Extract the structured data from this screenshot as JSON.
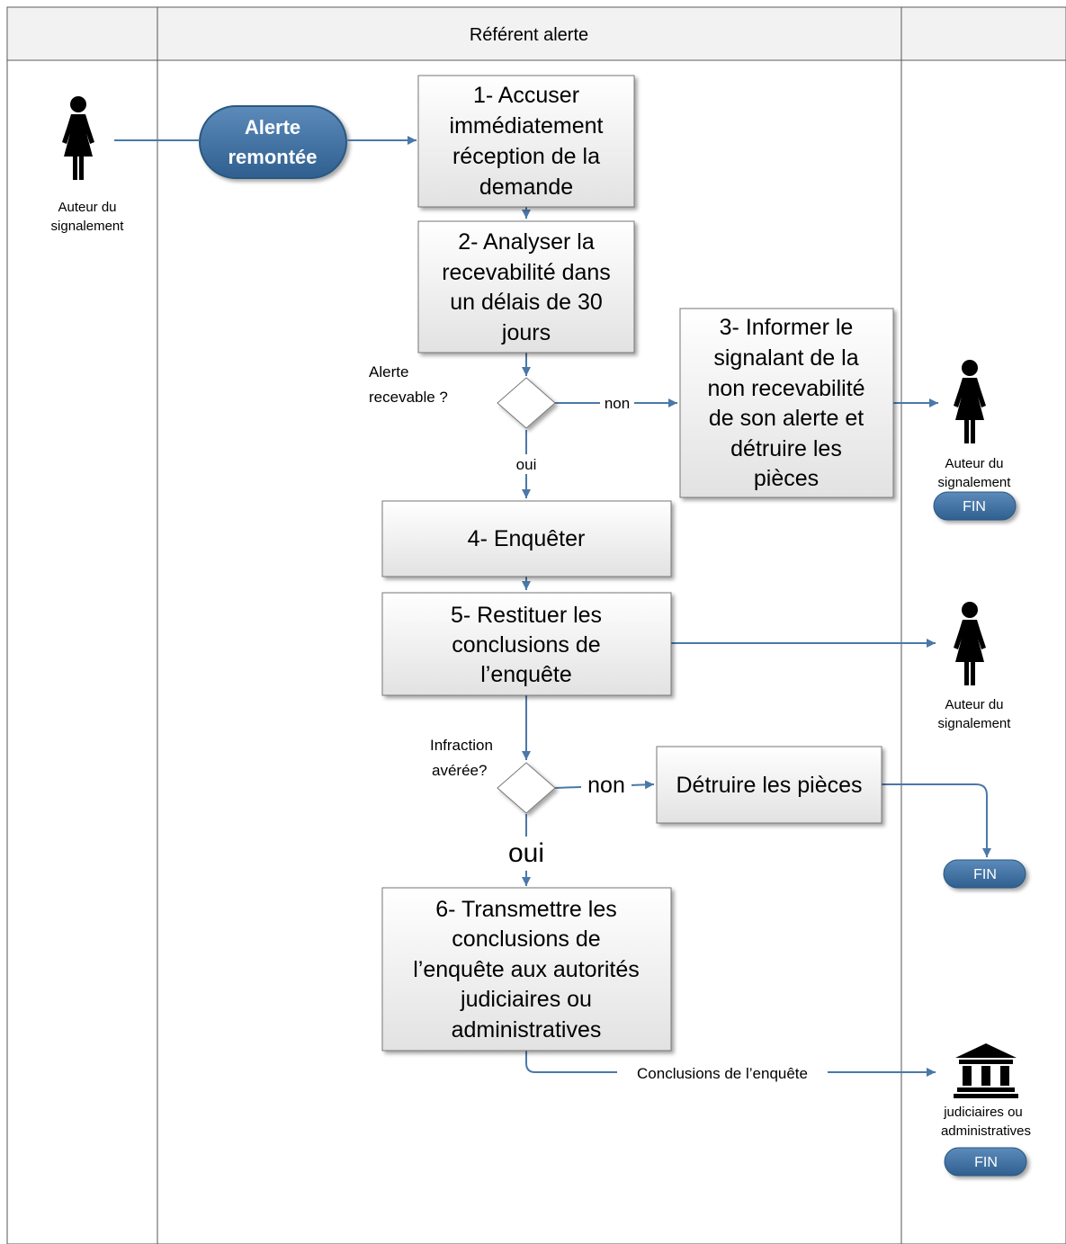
{
  "header": {
    "lane_title": "Référent alerte"
  },
  "start": {
    "label_lines": [
      "Alerte",
      "remontée"
    ]
  },
  "actors": {
    "author_top": [
      "Auteur du",
      "signalement"
    ],
    "author_step3": [
      "Auteur du",
      "signalement"
    ],
    "author_step5": [
      "Auteur du",
      "signalement"
    ],
    "authorities": [
      "judiciaires ou",
      "administratives"
    ]
  },
  "steps": {
    "step1": [
      "1- Accuser",
      "immédiatement",
      "réception de la",
      "demande"
    ],
    "step2": [
      "2- Analyser la",
      "recevabilité dans",
      "un délais de 30",
      "jours"
    ],
    "step3": [
      "3- Informer le",
      "signalant de la",
      "non recevabilité",
      "de son alerte et",
      "détruire les",
      "pièces"
    ],
    "step4": [
      "4- Enquêter"
    ],
    "step5": [
      "5- Restituer les",
      "conclusions de",
      "l’enquête"
    ],
    "destroy": [
      "Détruire les pièces"
    ],
    "step6": [
      "6- Transmettre les",
      "conclusions de",
      "l’enquête aux autorités",
      "judiciaires ou",
      "administratives"
    ]
  },
  "decisions": {
    "d1_question": [
      "Alerte",
      "recevable ?"
    ],
    "d1_no": "non",
    "d1_yes": "oui",
    "d2_question": [
      "Infraction",
      "avérée?"
    ],
    "d2_no": "non",
    "d2_yes": "oui"
  },
  "flow_labels": {
    "conclusions": "Conclusions de l’enquête"
  },
  "end": {
    "fin1": "FIN",
    "fin2": "FIN",
    "fin3": "FIN"
  },
  "colors": {
    "accent": "#3f6f9f",
    "arrow": "#4a78a8",
    "pill": "#3e6d9c",
    "box_top": "#ffffff",
    "box_bottom": "#e4e4e4"
  }
}
